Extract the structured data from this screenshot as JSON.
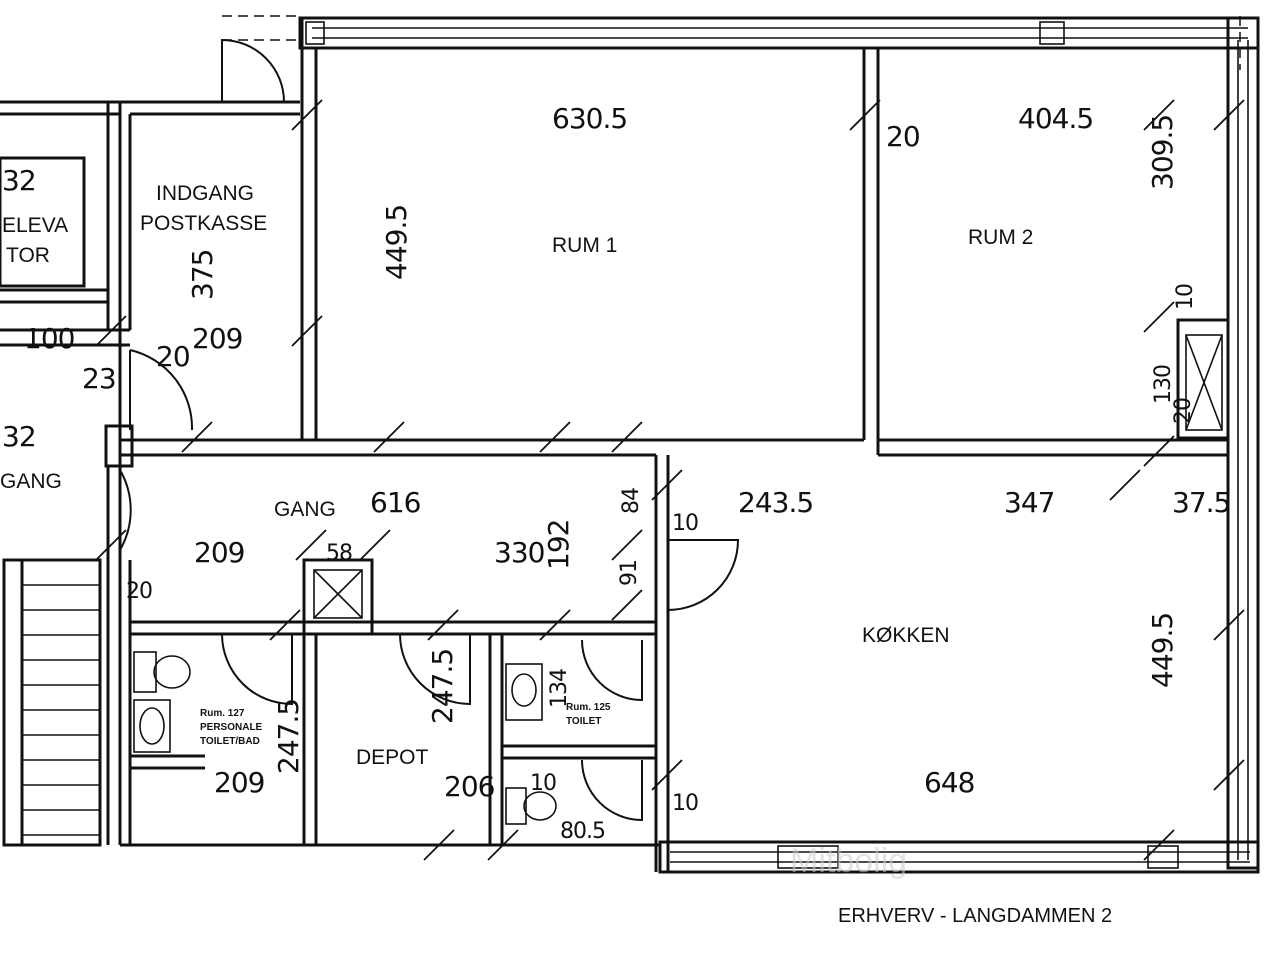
{
  "title": "ERHVERV - LANGDAMMEN 2",
  "watermark": "Mitbolig",
  "rooms": {
    "rum1": "RUM 1",
    "rum2": "RUM 2",
    "indgang1": "INDGANG",
    "indgang2": "POSTKASSE",
    "elevator1": "ELEVA",
    "elevator2": "TOR",
    "gang": "GANG",
    "gang_left": "GANG",
    "kokken": "KØKKEN",
    "depot": "DEPOT"
  },
  "small_labels": {
    "rum127_a": "Rum. 127",
    "rum127_b": "PERSONALE",
    "rum127_c": "TOILET/BAD",
    "rum125_a": "Rum. 125",
    "rum125_b": "TOILET"
  },
  "dimensions": {
    "d630_5": "630.5",
    "d404_5": "404.5",
    "d20_top": "20",
    "d309_5": "309.5",
    "d449_5_rum1": "449.5",
    "d32_top": "32",
    "d375": "375",
    "d209_ind": "209",
    "d100": "100",
    "d20_door": "20",
    "d23": "23",
    "d32_mid": "32",
    "d10_right": "10",
    "d130": "130",
    "d20_right": "20",
    "d616": "616",
    "d243_5": "243.5",
    "d347": "347",
    "d37_5": "37.5",
    "d84": "84",
    "d10_gang": "10",
    "d209_gang": "209",
    "d58": "58",
    "d330": "330",
    "d192": "192",
    "d91": "91",
    "d20_left": "20",
    "d449_5_kok": "449.5",
    "d247_5_a": "247.5",
    "d247_5_b": "247.5",
    "d134": "134",
    "d209_toilet": "209",
    "d206": "206",
    "d10_wc": "10",
    "d80_5": "80.5",
    "d10_bottom": "10",
    "d648": "648"
  }
}
